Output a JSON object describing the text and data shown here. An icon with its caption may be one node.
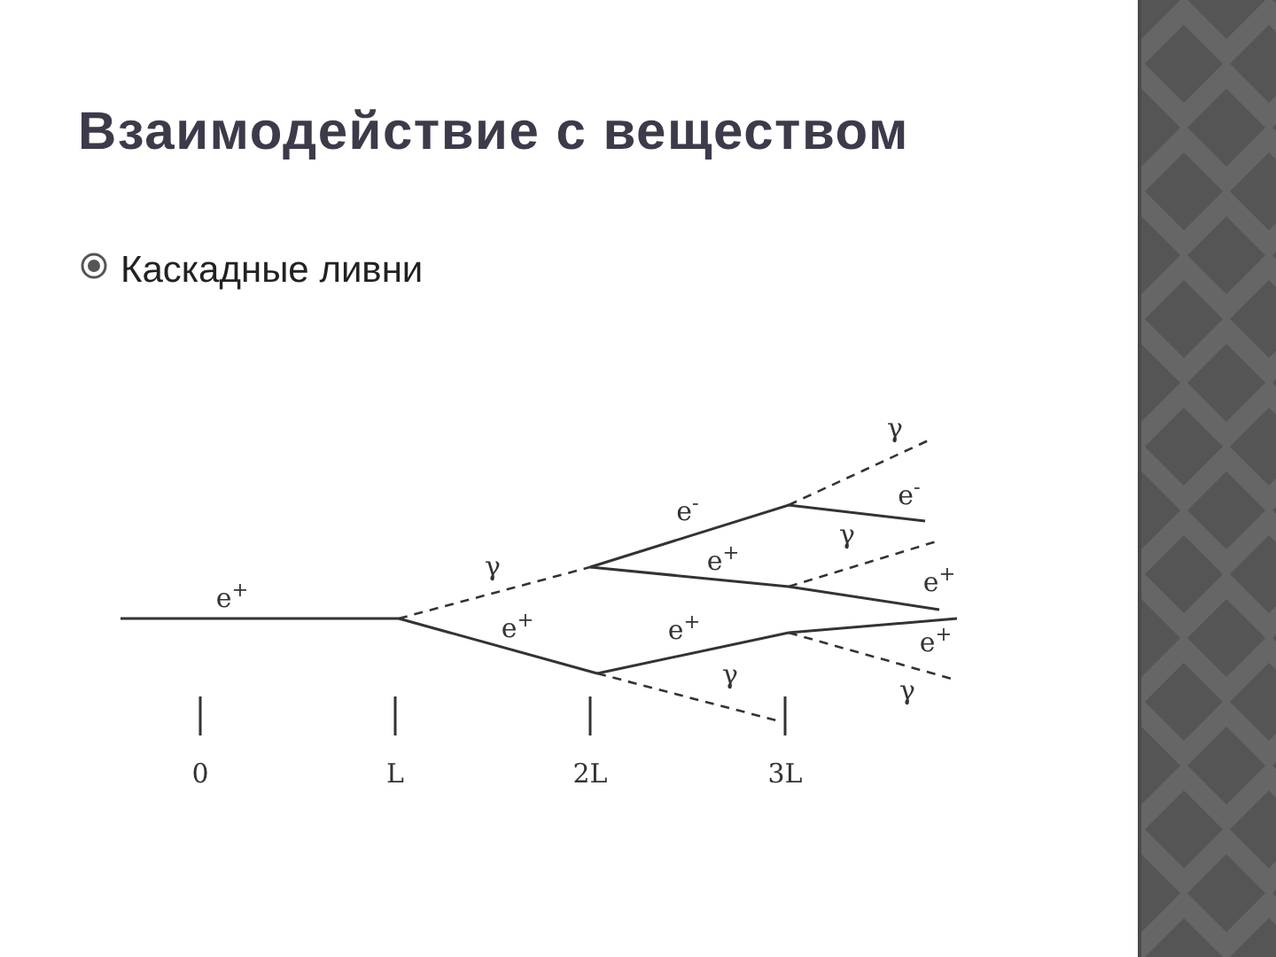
{
  "diagram": {
    "title": "Взаимодействие с веществом",
    "labels": [
      "Каскадные ливни",
      "γ",
      "e$^{-}$",
      "e$^{-}$",
      "γ",
      "e$^{+}$",
      "γ",
      "e$^{+}$",
      "e$^{+}$",
      "e$^{+}$",
      "e$^{+}$",
      "e$^{+}$",
      "γ",
      "γ",
      "0",
      "L",
      "2L",
      "3L"
    ]
  }
}
